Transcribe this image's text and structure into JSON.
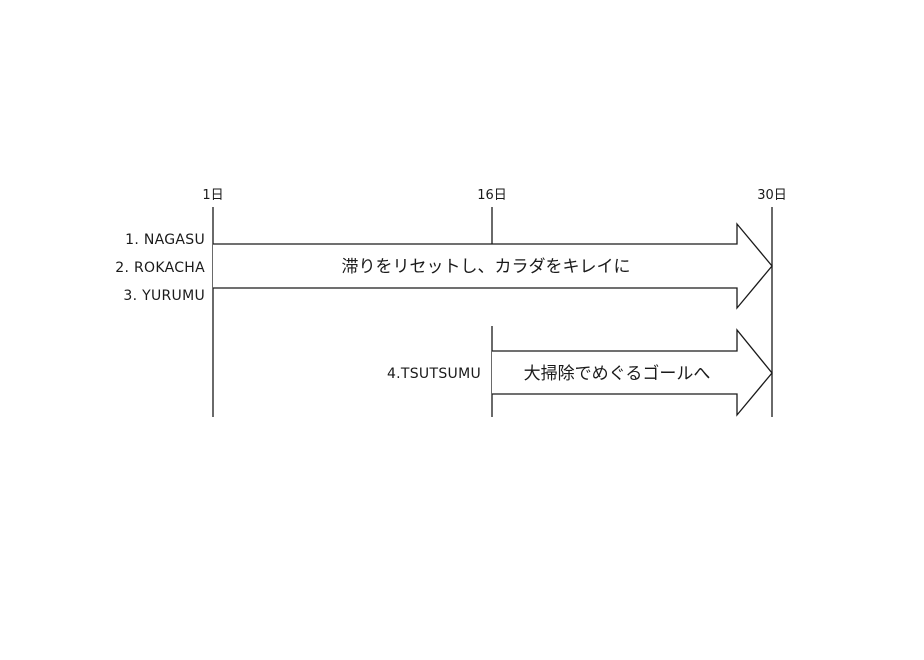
{
  "timeline": {
    "day_1": "1日",
    "day_16": "16日",
    "day_30": "30日"
  },
  "phase_one": {
    "items": [
      "1. NAGASU",
      "2. ROKACHA",
      "3. YURUMU"
    ],
    "message": "滞りをリセットし、カラダをキレイに"
  },
  "phase_two": {
    "item": "4.TSUTSUMU",
    "message": "大掃除でめぐるゴールへ"
  }
}
